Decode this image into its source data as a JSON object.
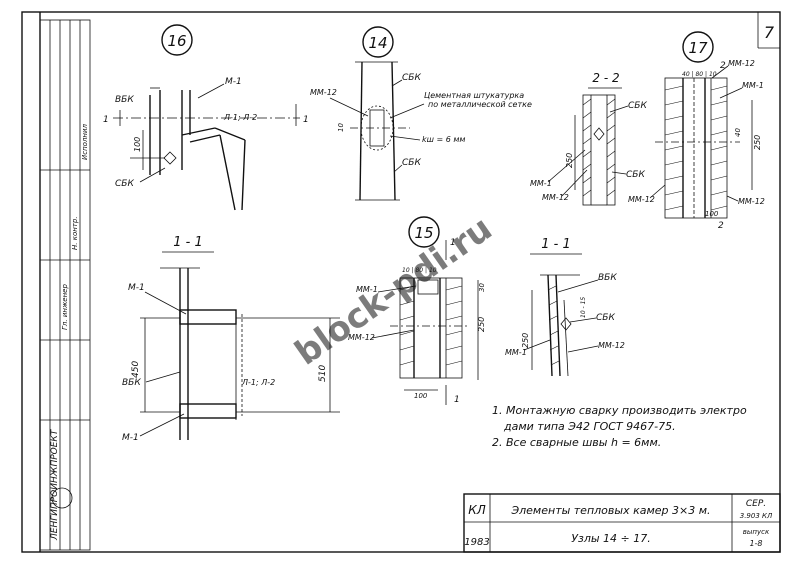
{
  "sheet_number": "7",
  "nodes": {
    "n16": "16",
    "n14": "14",
    "n17": "17",
    "n15": "15"
  },
  "node16": {
    "vbk": "ВБК",
    "m1": "М-1",
    "l1l2": "Л-1; Л-2",
    "sbk": "СБК",
    "dim100": "100",
    "sec_mark": "1"
  },
  "node14": {
    "mm12": "ММ-12",
    "sbk_top": "СБК",
    "plaster_line1": "Цементная штукатурка",
    "plaster_line2": "по металлической сетке",
    "dim10": "10",
    "weld": "kш = 6 мм",
    "sbk_bottom": "СБК"
  },
  "node17": {
    "section_title": "2 - 2",
    "sbk1": "СБК",
    "sbk2": "СБК",
    "mm1_left": "ММ-1",
    "mm12_left": "ММ-12",
    "dim250_left": "250",
    "mm12_right": "ММ-12",
    "mm1_right": "ММ-1",
    "dim_top": "40 | 80 | 10",
    "dim40": "40",
    "dim250_right": "250",
    "dim100": "100",
    "mm12_bottom": "ММ-12",
    "sec2_top": "2",
    "sec2_bottom": "2"
  },
  "section11_left": {
    "title": "1 - 1",
    "m1_top": "М-1",
    "vbk": "ВБК",
    "m1_bottom": "М-1",
    "dim450": "450",
    "l1l2": "Л-1; Л-2",
    "dim510": "510"
  },
  "node15": {
    "mm1": "ММ-1",
    "mm12": "ММ-12",
    "dim_top": "10 | 80 | 10",
    "dim30": "30",
    "dim250": "250",
    "dim100": "100",
    "sec_mark": "1"
  },
  "section11_right": {
    "title": "1 - 1",
    "vbk": "ВБК",
    "dim_side": "10 - 15",
    "sbk": "СБК",
    "dim250": "250",
    "mm1": "ММ-1",
    "mm12": "ММ-12"
  },
  "notes": {
    "line1": "1. Монтажную сварку производить электро",
    "line2": "дами типа Э42  ГОСТ 9467-75.",
    "line3": "2. Все сварные швы  h = 6мм."
  },
  "title_block": {
    "org": "КЛ",
    "year": "1983",
    "title": "Элементы тепловых камер 3×3 м.",
    "subtitle": "Узлы  14 ÷ 17.",
    "series_label": "СЕР.",
    "series_value": "3.903 КЛ",
    "issue_label": "выпуск",
    "issue_value": "1-8"
  },
  "left_strip": {
    "block1": "ЛЕНГИПРОИНЖПРОЕКТ",
    "block2": "Гл. инженер",
    "block3": "Н. контр.",
    "block4": "Исполнил"
  },
  "watermark": "block-pdi.ru"
}
